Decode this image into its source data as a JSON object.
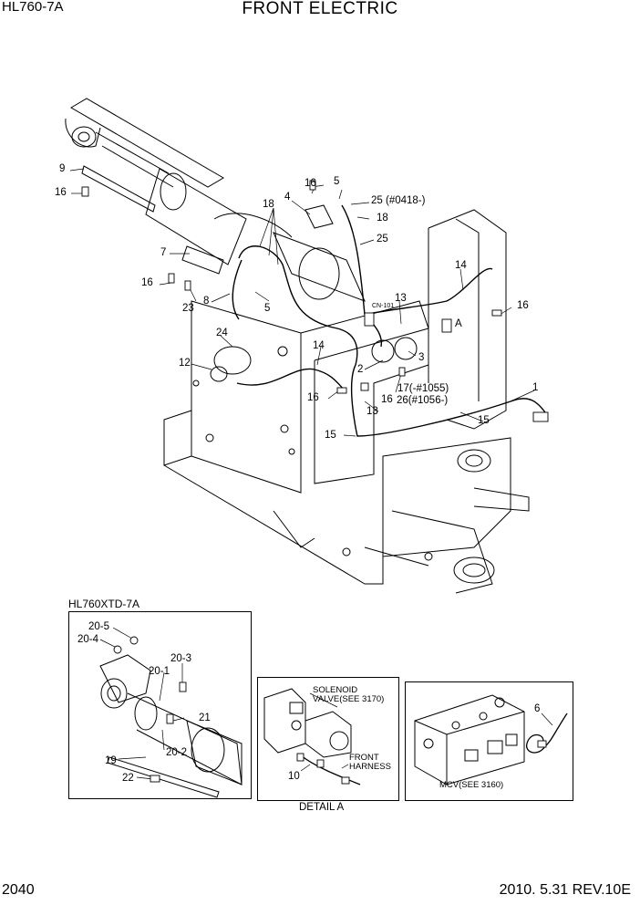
{
  "header": {
    "model": "HL760-7A",
    "title": "FRONT ELECTRIC"
  },
  "footer": {
    "page_number": "2040",
    "revision": "2010. 5.31  REV.10E"
  },
  "main_labels": {
    "l1": "1",
    "l2": "2",
    "l3": "3",
    "l4": "4",
    "l5a": "5",
    "l5b": "5",
    "l7": "7",
    "l8": "8",
    "l9": "9",
    "l12": "12",
    "l13a": "13",
    "l13b": "13",
    "l14a": "14",
    "l14b": "14",
    "l15a": "15",
    "l15b": "15",
    "l16a": "16",
    "l16b": "16",
    "l16c": "16",
    "l16d": "16",
    "l16e": "16",
    "l16f": "16",
    "l17": "17(-#1055)",
    "l26": "26(#1056-)",
    "l18a": "18",
    "l18b": "18",
    "l23": "23",
    "l24": "24",
    "l25a": "25 (#0418-)",
    "l25b": "25",
    "lA": "A",
    "cn101": "CN-101"
  },
  "inset_xtd": {
    "header": "HL760XTD-7A",
    "l20_5": "20-5",
    "l20_4": "20-4",
    "l20_3": "20-3",
    "l20_1": "20-1",
    "l21": "21",
    "l20_2": "20-2",
    "l19": "19",
    "l22": "22"
  },
  "detail_a": {
    "caption": "DETAIL A",
    "solenoid_line1": "SOLENOID",
    "solenoid_line2": "VALVE(SEE 3170)",
    "front_line1": "FRONT",
    "front_line2": "HARNESS",
    "l10": "10"
  },
  "mcv_inset": {
    "caption": "MCV(SEE 3160)",
    "l6": "6"
  }
}
